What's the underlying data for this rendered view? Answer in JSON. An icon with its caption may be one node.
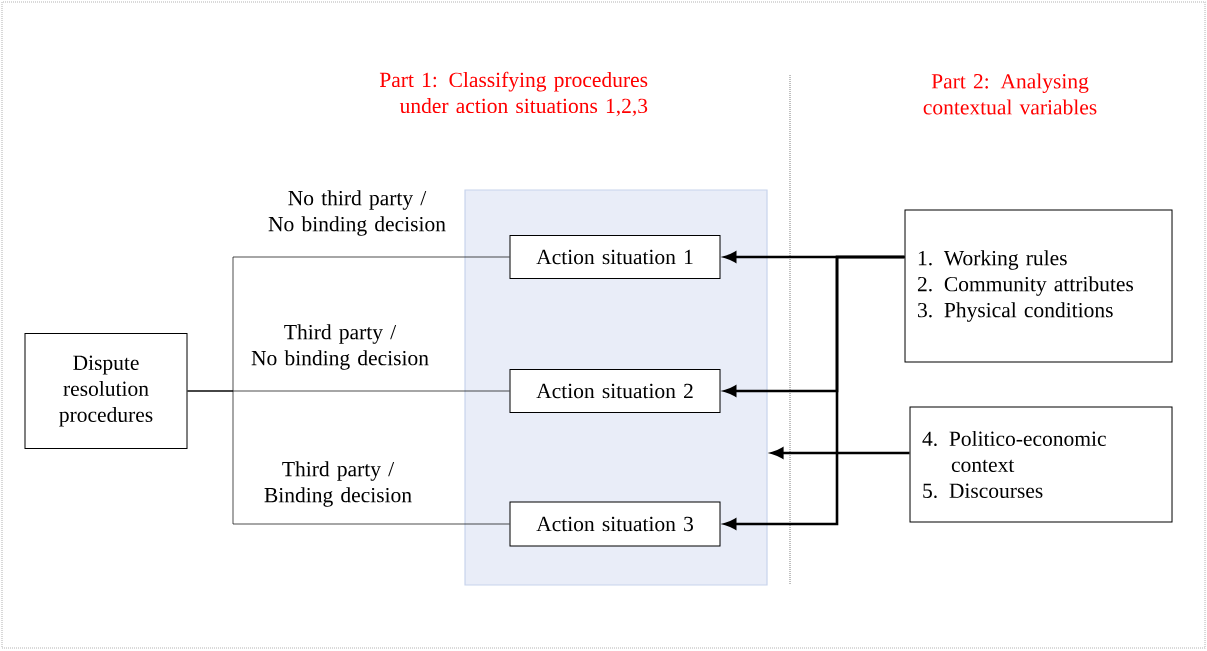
{
  "diagram": {
    "nodes": [
      {
        "text": [
          "Dispute resolution procedures"
        ]
      },
      {
        "text": [],
        "shape": "box"
      },
      {
        "text": [
          "Action situation 1"
        ],
        "in": 1
      },
      {
        "text": [
          "Action situation 2"
        ],
        "in": 1
      },
      {
        "text": [
          "Action situation 3"
        ],
        "in": 1
      },
      {
        "text": [
          "1. Working rules",
          "2. Community attributes",
          "3. Physical conditions"
        ]
      },
      {
        "text": [
          "4. Politico-economic context",
          "5. Discourses"
        ]
      }
    ],
    "edges": [
      {
        "from": 0,
        "to": 2,
        "arrow": "none",
        "label": "No third party / No binding decision"
      },
      {
        "from": 0,
        "to": 3,
        "arrow": "none",
        "label": "Third party / No binding decision"
      },
      {
        "from": 0,
        "to": 4,
        "arrow": "none",
        "label": "Third party / Binding decision"
      },
      {
        "from": 5,
        "to": 2,
        "arrow": "to"
      },
      {
        "from": 5,
        "to": 3,
        "arrow": "to"
      },
      {
        "from": 5,
        "to": 4,
        "arrow": "to"
      },
      {
        "from": 6,
        "to": 1,
        "arrow": "to"
      }
    ],
    "labels": [
      "Part 1: Classifying procedures under action situations 1,2,3",
      "Part 2: Analysing contextual variables"
    ]
  }
}
